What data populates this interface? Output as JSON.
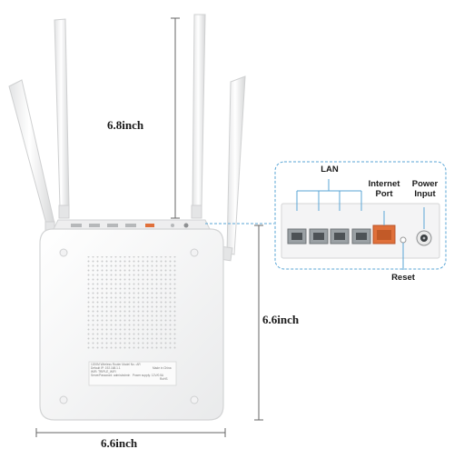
{
  "dimensions": {
    "height": "6.8inch",
    "depth": "6.6inch",
    "width": "6.6inch"
  },
  "ports": {
    "lan": "LAN",
    "internet": "Internet\nPort",
    "power": "Power\nInput",
    "reset": "Reset"
  },
  "label_sticker": {
    "line1": "1200M Wireless Router Model No.: AR",
    "line2": "Default IP: 192.168.1.1",
    "line3": "WiFi: TRIPLE_WIFI",
    "line4": "Serve/Password: admin/admin",
    "line5": "Power supply: 12V/0.5A",
    "line6": "Made in China",
    "line7": "RoHS"
  },
  "colors": {
    "body": "#f7f7f7",
    "callout_border": "#5aa6d6",
    "internet_port": "#e0703a",
    "lan_port": "#9aa0a4"
  }
}
